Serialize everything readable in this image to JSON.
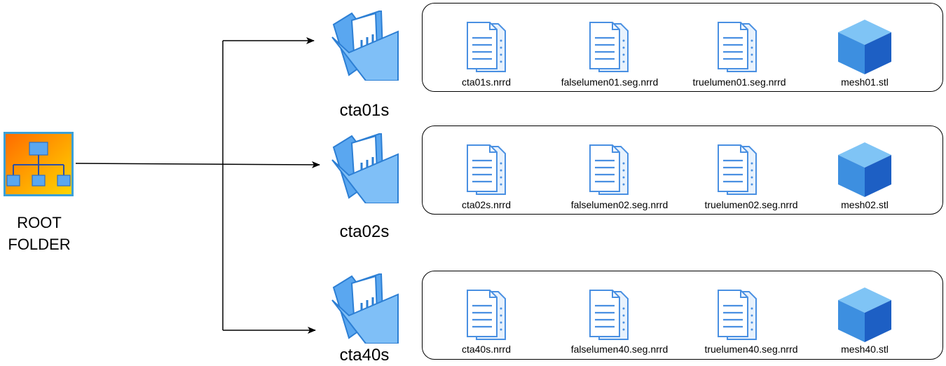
{
  "root": {
    "label_line1": "ROOT",
    "label_line2": "FOLDER",
    "icon": "sitemap-folder-icon"
  },
  "folders": [
    {
      "name": "cta01s",
      "files": [
        "cta01s.nrrd",
        "falselumen01.seg.nrrd",
        "truelumen01.seg.nrrd",
        "mesh01.stl"
      ]
    },
    {
      "name": "cta02s",
      "files": [
        "cta02s.nrrd",
        "falselumen02.seg.nrrd",
        "truelumen02.seg.nrrd",
        "mesh02.stl"
      ]
    },
    {
      "name": "cta40s",
      "files": [
        "cta40s.nrrd",
        "falselumen40.seg.nrrd",
        "truelumen40.seg.nrrd",
        "mesh40.stl"
      ]
    }
  ],
  "colors": {
    "icon_blue": "#4a90e2",
    "icon_light": "#e8f2fd",
    "root_gradient_start": "#ff6a00",
    "root_gradient_end": "#ffd700",
    "root_border": "#3aa0d8",
    "cube_top": "#7fc4f5",
    "cube_left": "#3d8fe0",
    "cube_right": "#1d5fc4"
  }
}
